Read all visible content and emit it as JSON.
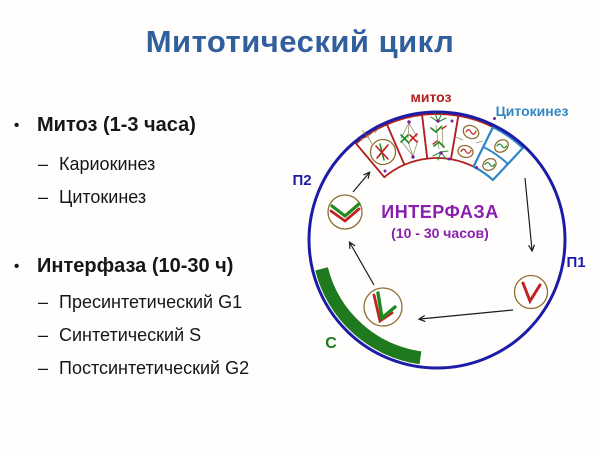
{
  "title": "Митотический цикл",
  "list": {
    "bullet_char": "•",
    "dash_char": "–",
    "sections": [
      {
        "heading": "Митоз (1-3 часа)",
        "items": [
          "Кариокинез",
          "Цитокинез"
        ]
      },
      {
        "heading": "Интерфаза (10-30 ч)",
        "items": [
          "Пресинтетический G1",
          "Синтетический S",
          "Постсинтетический G2"
        ]
      }
    ]
  },
  "diagram": {
    "labels": {
      "mitosis": "митоз",
      "cytokinesis": "Цитокинез",
      "g2": "П2",
      "g1": "П1",
      "s": "С",
      "interphase": "ИНТЕРФАЗА",
      "interphase_duration": "(10 - 30 часов)"
    }
  },
  "colors": {
    "title-blue": "#305f9e",
    "circle-blue": "#1c1ca8",
    "mitosis-red": "#b02020",
    "cytokinesis-blue": "#2e86c4",
    "interphase-purple": "#8a1fae",
    "phase-green": "#1f7a1f",
    "cell-outline": "#8f6c32",
    "chrom-red": "#c32222",
    "chrom-green": "#1e8a1e"
  }
}
